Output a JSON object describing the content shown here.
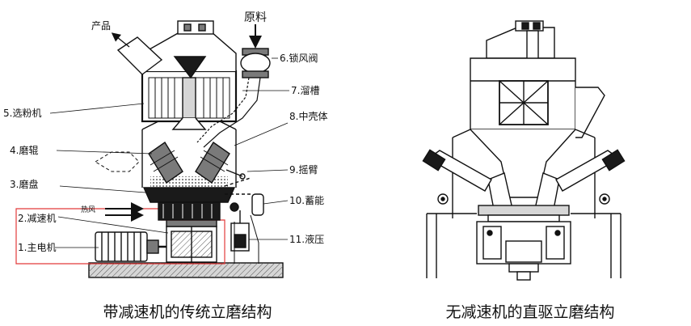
{
  "colors": {
    "line": "#111111",
    "dark_fill": "#1a1a1a",
    "gray_fill": "#7a7a7a",
    "light_fill": "#d6d6d6",
    "red_outline": "#e23b3b"
  },
  "left_diagram": {
    "caption": "带减速机的传统立磨结构",
    "labels": {
      "product": "产品",
      "raw_material": "原料",
      "hot_air": "热风",
      "lock_valve": "6.锁风阀",
      "chute": "7.溜槽",
      "middle_shell": "8.中壳体",
      "rocker_arm": "9.摇臂",
      "accumulator": "10.蓄能",
      "hydraulic": "11.液压",
      "classifier": "5.选粉机",
      "grinding_roller": "4.磨辊",
      "grinding_disc": "3.磨盘",
      "reducer": "2.减速机",
      "main_motor": "1.主电机"
    }
  },
  "right_diagram": {
    "caption": "无减速机的直驱立磨结构"
  }
}
